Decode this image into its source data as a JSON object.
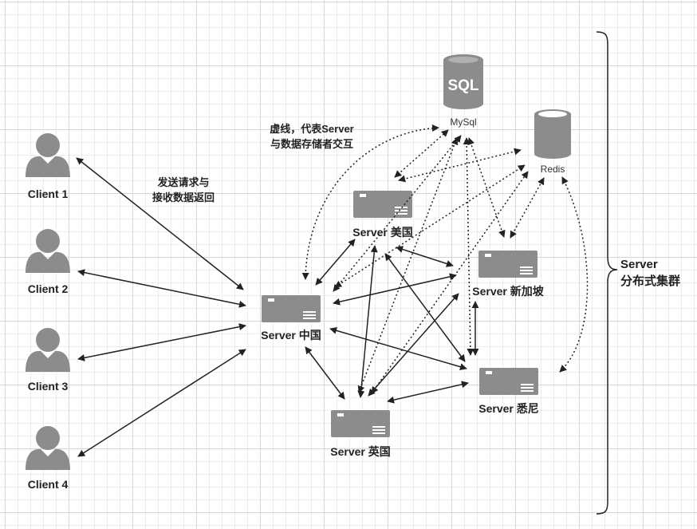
{
  "clients": [
    "Client 1",
    "Client 2",
    "Client 3",
    "Client 4"
  ],
  "servers": {
    "china": "Server 中国",
    "usa": "Server 美国",
    "singapore": "Server 新加坡",
    "uk": "Server 英国",
    "sydney": "Server 悉尼"
  },
  "databases": {
    "mysql_icon_text": "SQL",
    "mysql": "MySql",
    "redis": "Redis"
  },
  "annotations": {
    "client_link_line1": "发送请求与",
    "client_link_line2": "接收数据返回",
    "dotted_line1": "虚线，代表Server",
    "dotted_line2": "与数据存储者交互"
  },
  "cluster": {
    "line1": "Server",
    "line2": "分布式集群"
  },
  "colors": {
    "icon_gray": "#8c8c8c",
    "line": "#222222",
    "grid": "#d6d6d6"
  }
}
